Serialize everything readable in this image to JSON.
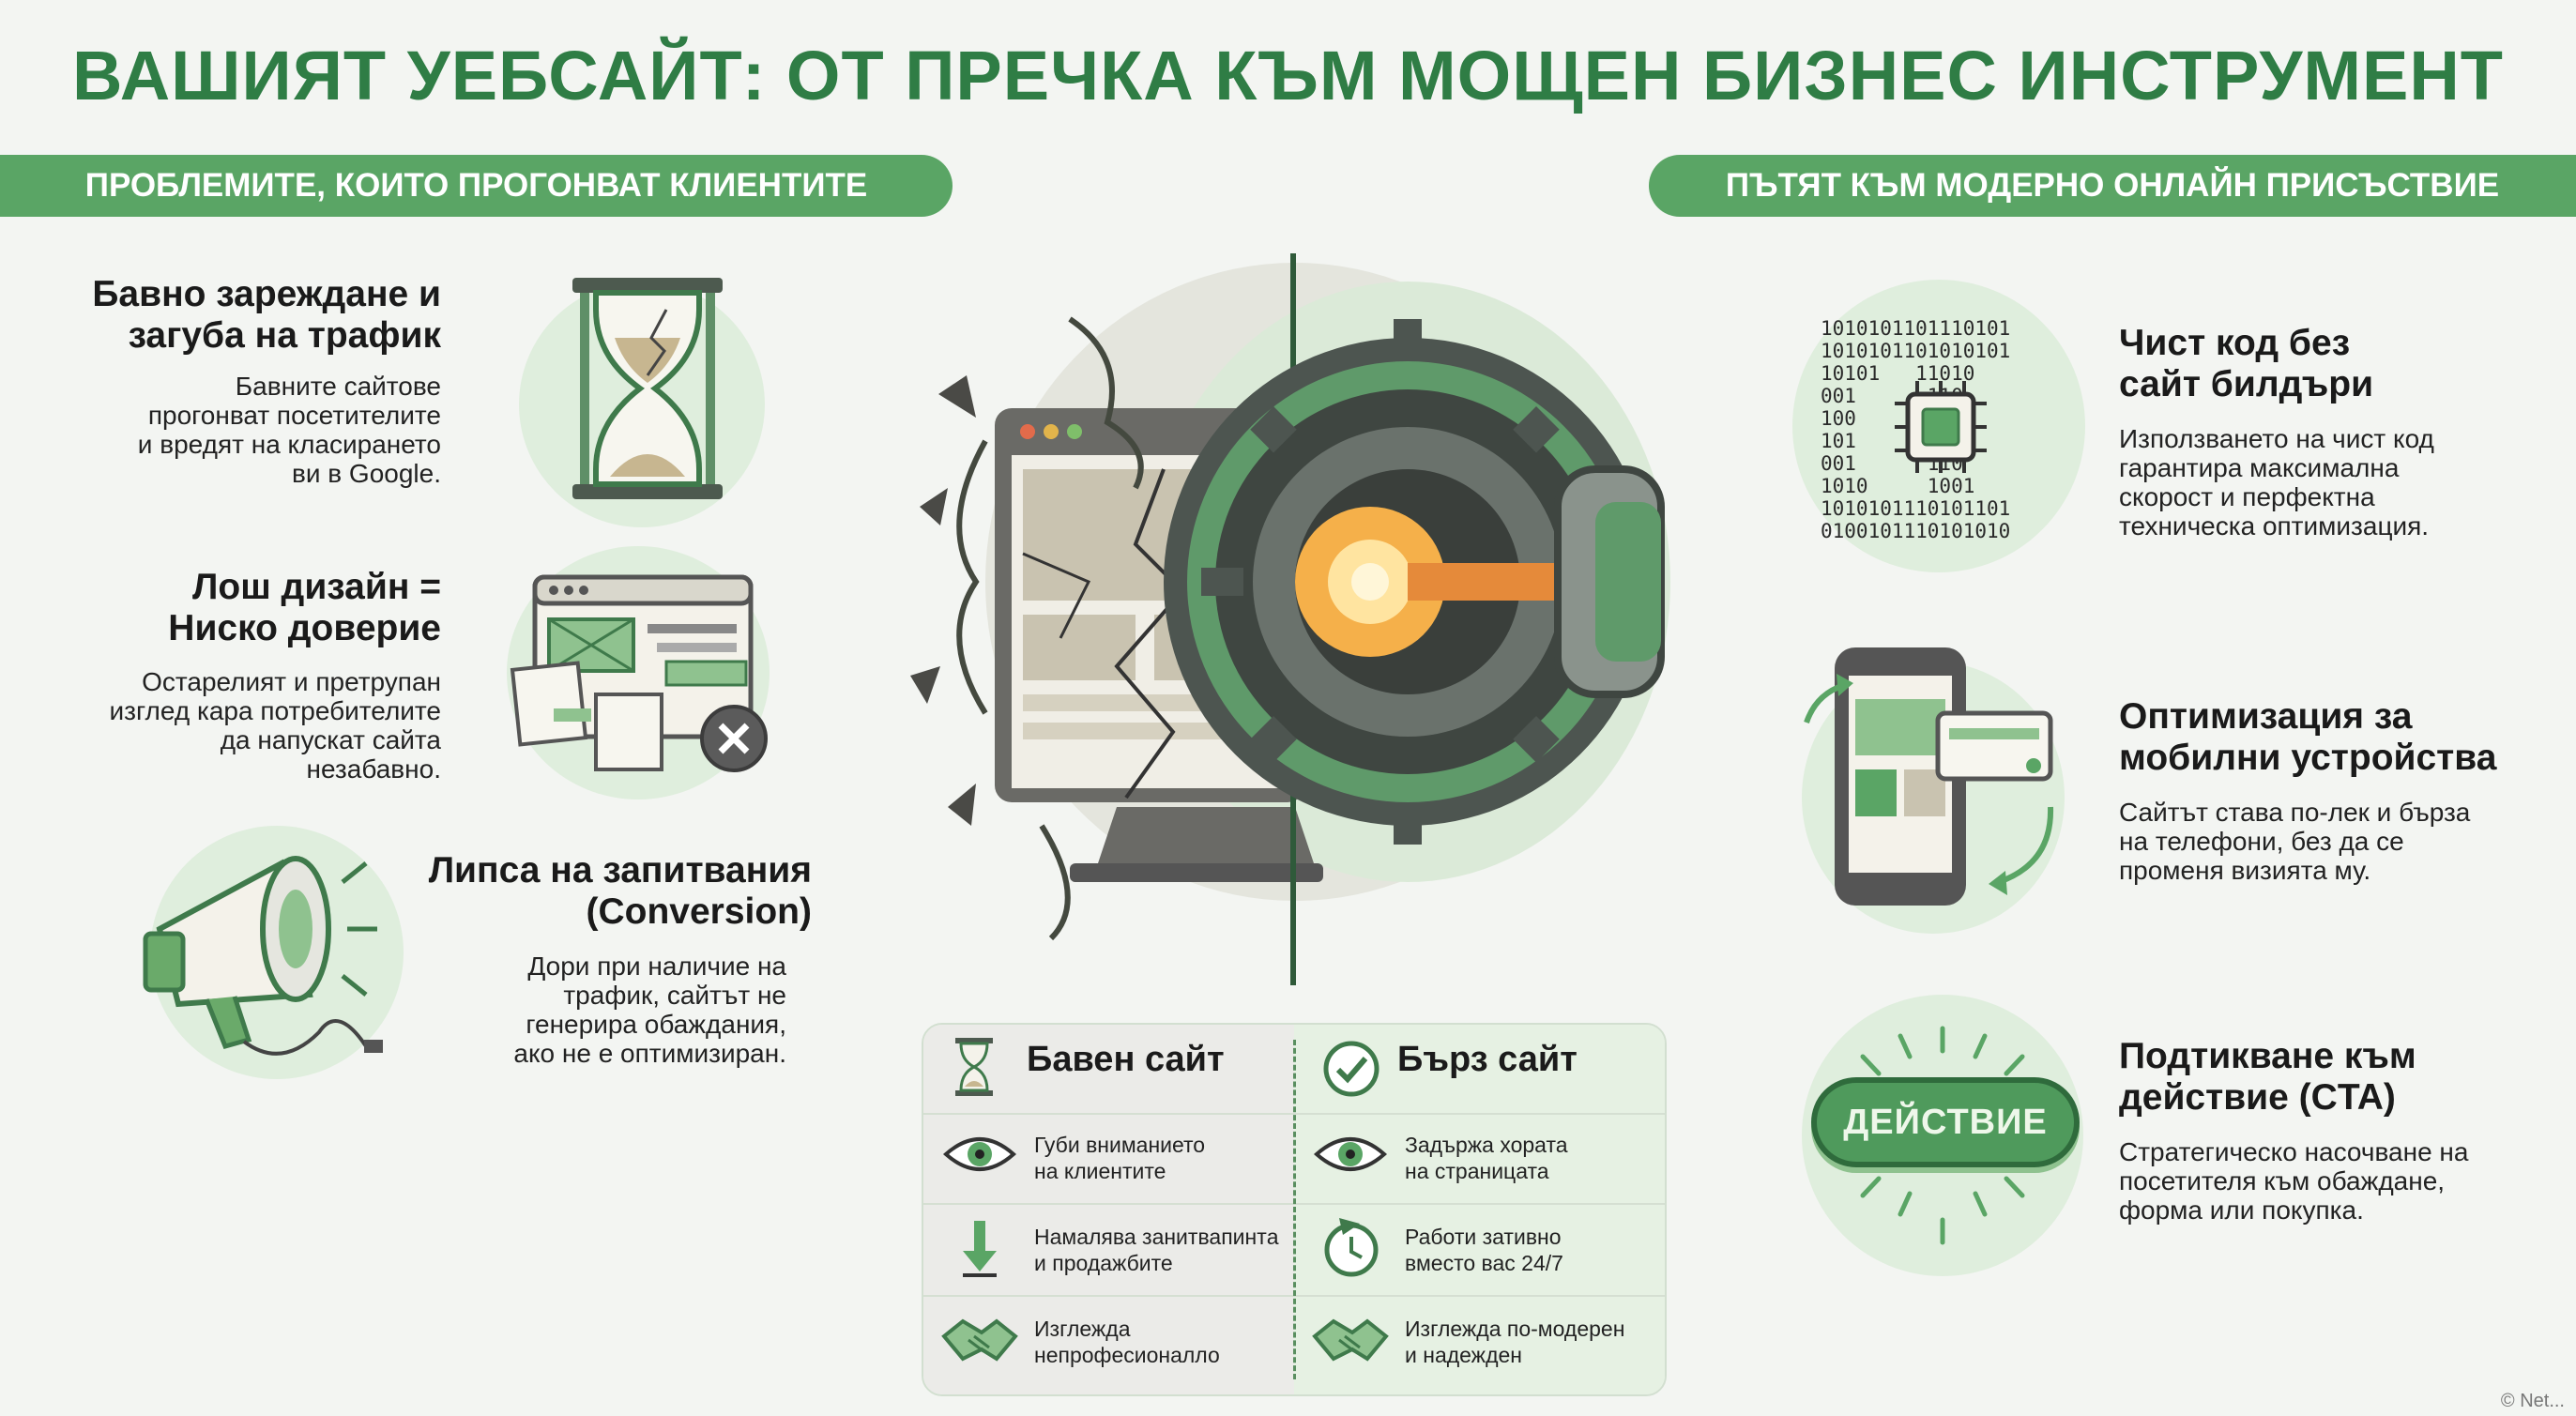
{
  "title": "ВАШИЯТ УЕБСАЙТ: ОТ ПРЕЧКА КЪМ МОЩЕН БИЗНЕС ИНСТРУМЕНТ",
  "left_banner": "ПРОБЛЕМИТЕ, КОИТО ПРОГОНВАТ КЛИЕНТИТЕ",
  "right_banner": "ПЪТЯТ КЪМ МОДЕРНО ОНЛАЙН ПРИСЪСТВИЕ",
  "problems": [
    {
      "title": "Бавно зареждане и\nзагуба на трафик",
      "text": "Бавните сайтове\nпрогонват посетителите\nи вредят на класирането\nви в Google.",
      "icon": "hourglass-icon"
    },
    {
      "title": "Лош дизайн =\nНиско доверие",
      "text": "Остарелият и претрупан\nизглед кара потребителите\nда напускат сайта\nнезабавно.",
      "icon": "broken-layout-icon"
    },
    {
      "title": "Липса на запитвания\n(Conversion)",
      "text": "Дори при наличие на\nтрафик, сайтът не\nгенерира обаждания,\nако не е оптимизиран.",
      "icon": "megaphone-icon"
    }
  ],
  "solutions": [
    {
      "title": "Чист код без\nсайт билдъри",
      "text": "Използването на чист код\nгарантира максимална\nскорост и перфектна\nтехническа оптимизация.",
      "icon": "chip-binary-icon",
      "binary": [
        "1010101101110101",
        "1010101101010101",
        "10101   11010",
        "001      110",
        "100      110",
        "101      010",
        "001      110",
        "1010     1001",
        "1010101110101101",
        "0100101110101010"
      ]
    },
    {
      "title": "Оптимизация за\nмобилни устройства",
      "text": "Сайтът става по-лек и бърза\nна телефони, без да се\nпроменя визията му.",
      "icon": "mobile-phone-icon"
    },
    {
      "title": "Подтикване към\nдействие (CTA)",
      "text": "Стратегическо насочване на\nпосетителя към обаждане,\nформа или покупка.",
      "icon": "cta-button-icon",
      "button_label": "ДЕЙСТВИЕ"
    }
  ],
  "compare": {
    "slow_title": "Бавен сайт",
    "fast_title": "Бърз сайт",
    "slow_rows": [
      "Губи вниманието\nна клиентите",
      "Намалява занитвапинтa\nи продажбите",
      "Изглежда\nнепрофесионалло"
    ],
    "fast_rows": [
      "Задържа хората\nна страницата",
      "Работи зативно\nвместо вас 24/7",
      "Изглежда по-модерен\nи надежден"
    ]
  },
  "footer": "© Net...",
  "colors": {
    "accent": "#2f7d45",
    "banner": "#5aa565",
    "light": "#dfeedd"
  }
}
